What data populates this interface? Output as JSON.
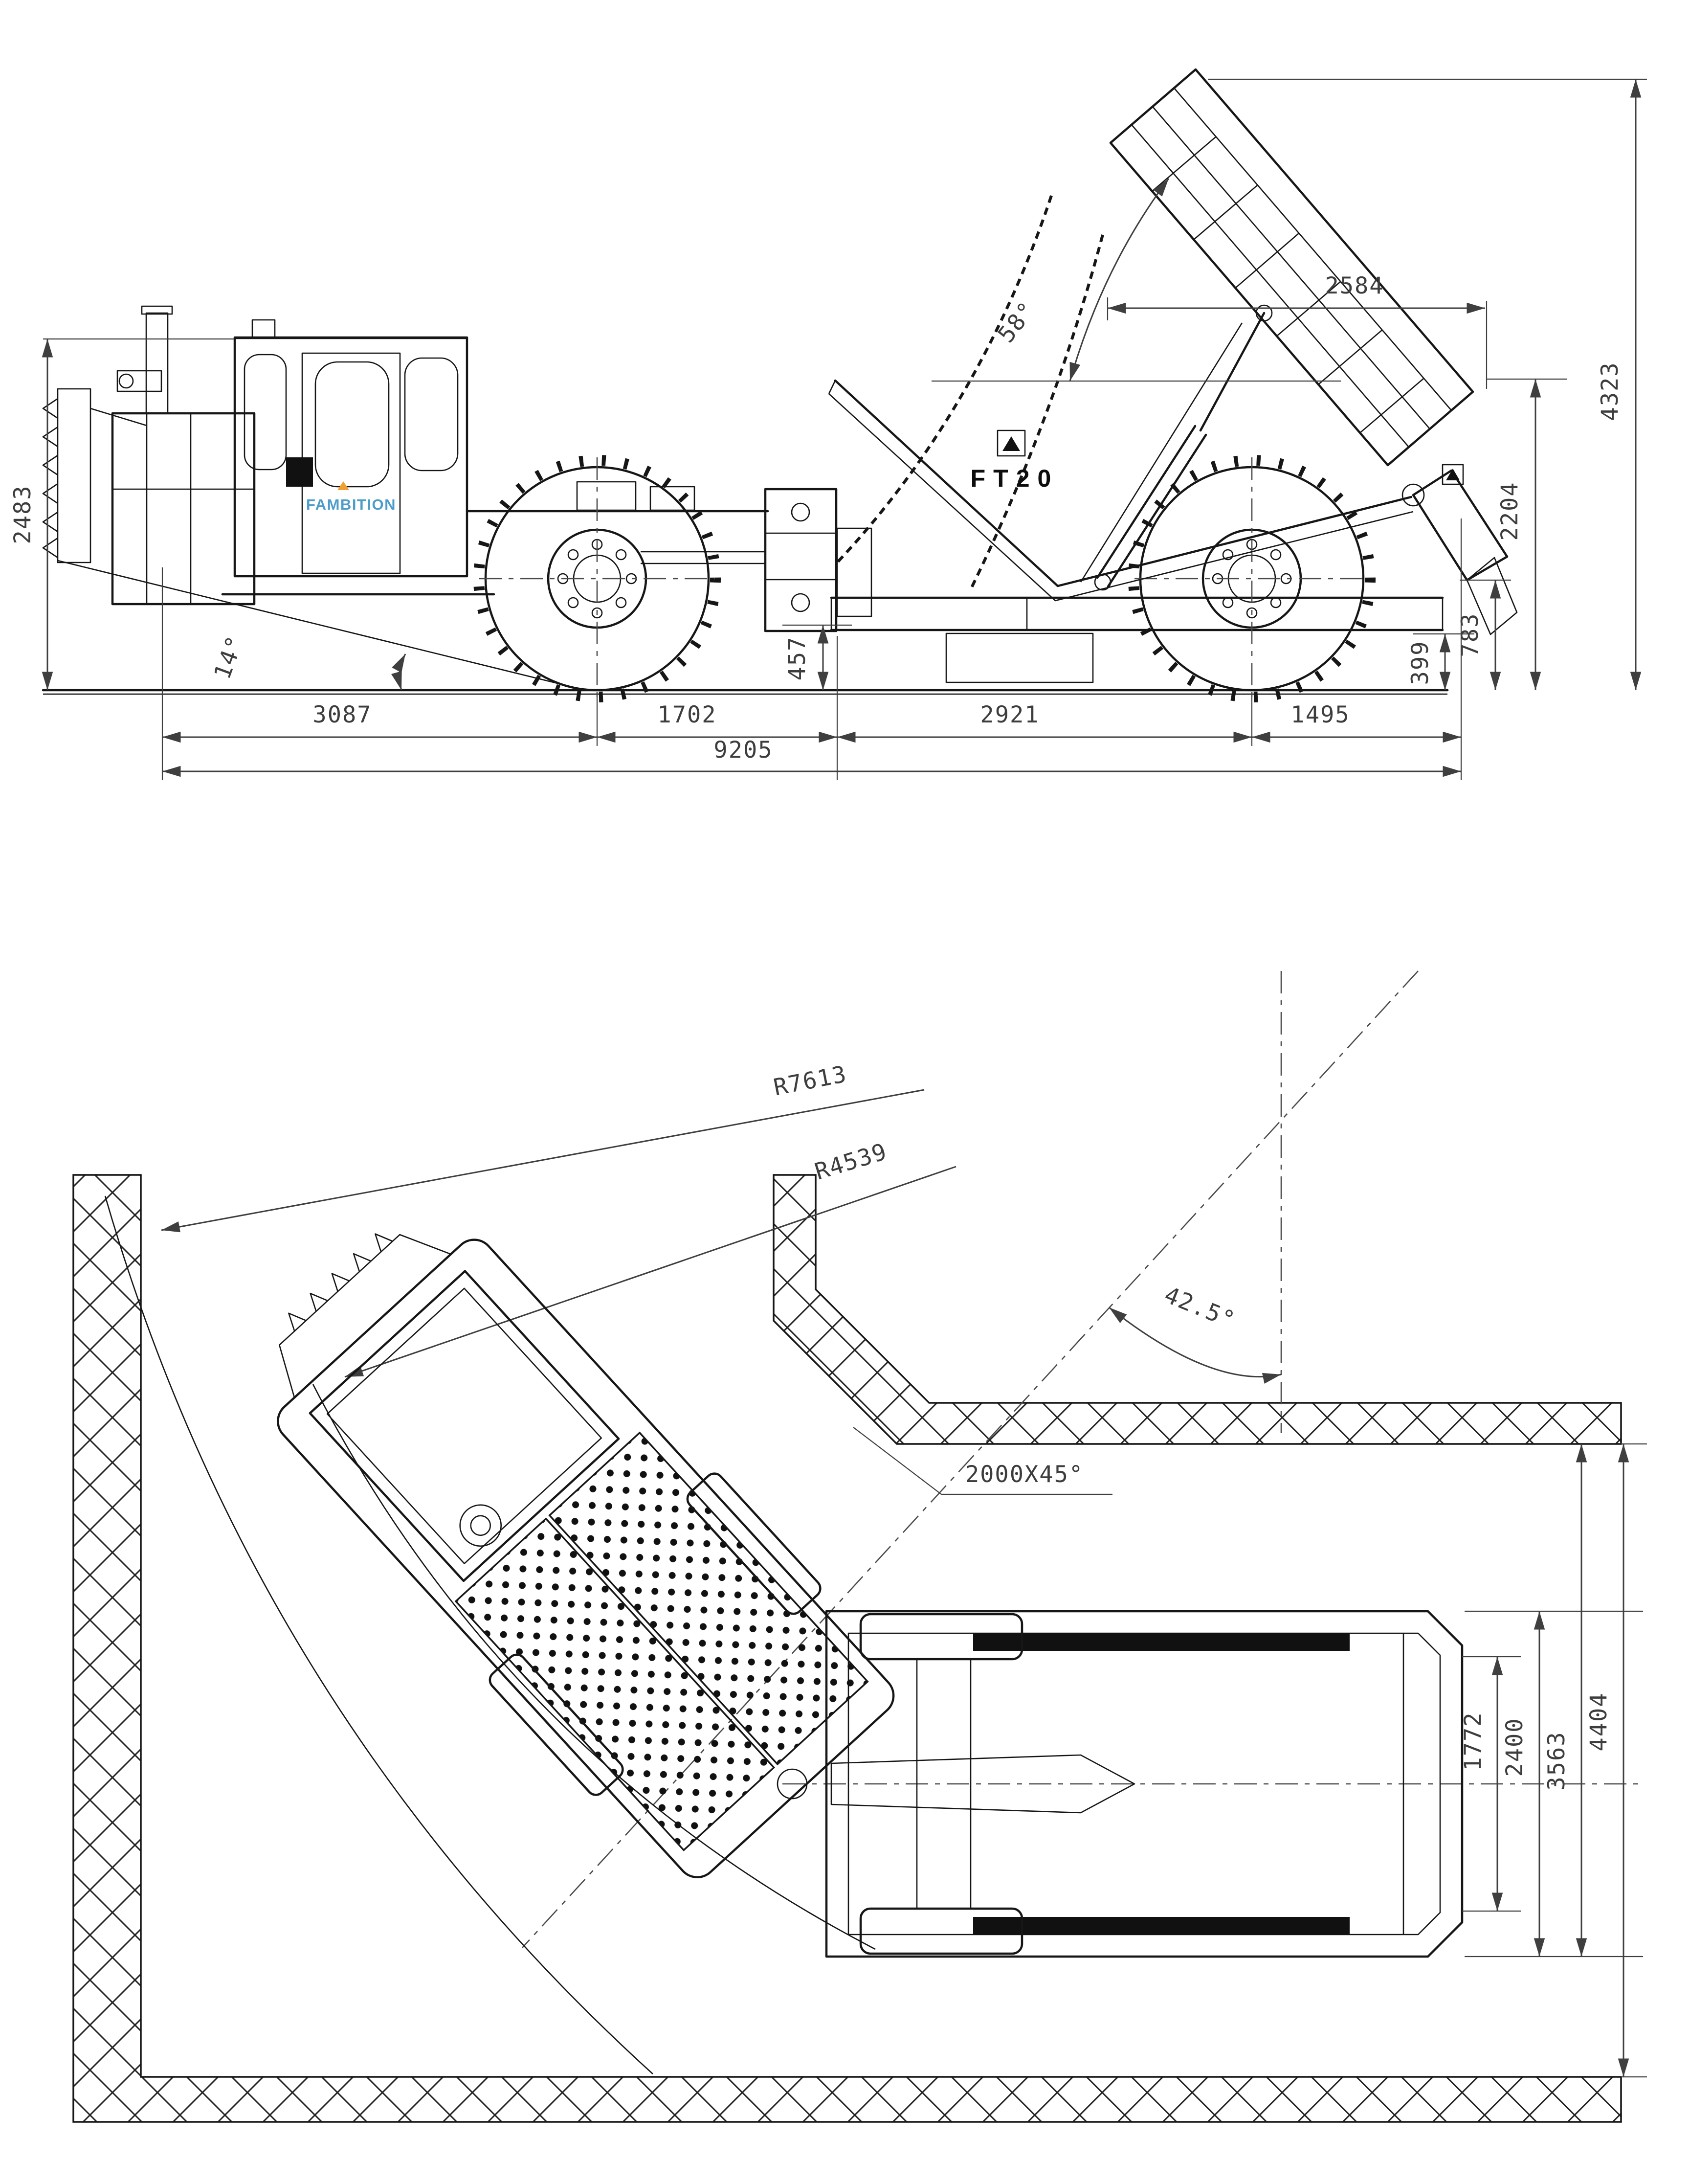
{
  "side_view": {
    "brand_label": "FAMBITION",
    "model_label": "FT20",
    "dim_bed_top": "2584",
    "dim_overall_height_tipped": "4323",
    "dim_body_rear_height": "2204",
    "dim_tail_clearance": "783",
    "dim_tail_lower": "399",
    "dim_ground_clearance": "457",
    "dim_cab_height": "2483",
    "dim_front_overhang": "3087",
    "dim_front_wheelbase": "1702",
    "dim_rear_wheelbase": "2921",
    "dim_rear_overhang": "1495",
    "dim_overall_length": "9205",
    "angle_dump": "58°",
    "angle_approach": "14°"
  },
  "plan_view": {
    "radius_outer": "R7613",
    "radius_inner": "R4539",
    "angle_turn": "42.5°",
    "chamfer": "2000X45°",
    "dim_body_inner_width": "1772",
    "dim_machine_width": "2400",
    "dim_swept_width": "3563",
    "dim_tunnel_width": "4404"
  },
  "colors": {
    "line": "#161616",
    "dimension": "#3d3d3d",
    "brand_blue": "#4d9cc9",
    "brand_orange": "#f0a030"
  }
}
